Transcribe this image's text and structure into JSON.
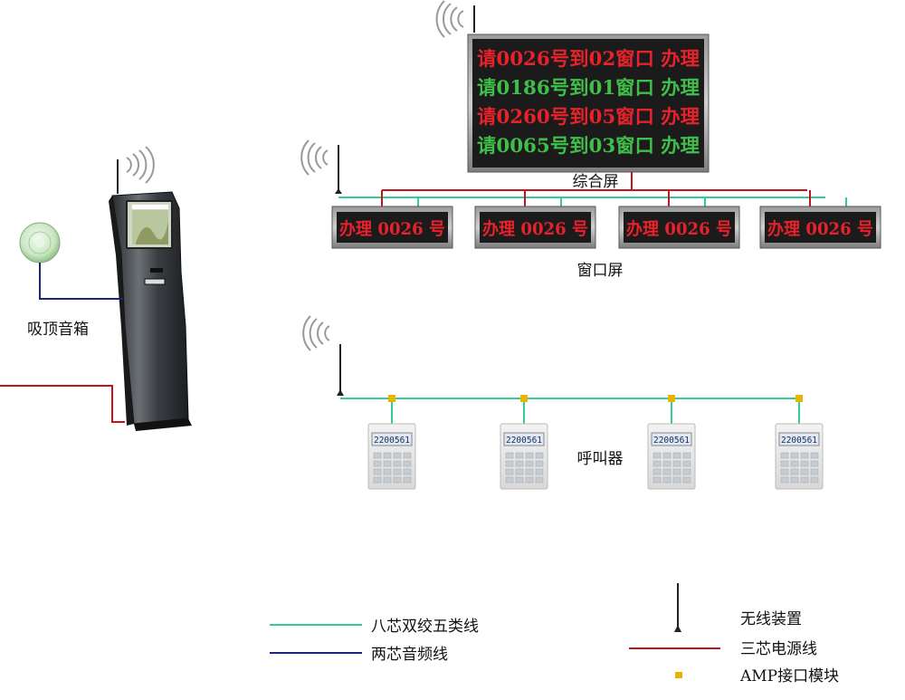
{
  "main_screen": {
    "label": "综合屏",
    "lines": [
      {
        "text": "请0026号到02窗口 办理",
        "color": "#e8212a"
      },
      {
        "text": "请0186号到01窗口 办理",
        "color": "#3fbf4a"
      },
      {
        "text": "请0260号到05窗口 办理",
        "color": "#e8212a"
      },
      {
        "text": "请0065号到03窗口 办理",
        "color": "#3fbf4a"
      }
    ]
  },
  "window_screens": {
    "label": "窗口屏",
    "items": [
      {
        "text": "办理 0026 号"
      },
      {
        "text": "办理 0026 号"
      },
      {
        "text": "办理 0026 号"
      },
      {
        "text": "办理 0026 号"
      }
    ]
  },
  "callers": {
    "label": "呼叫器",
    "display": "2200561",
    "count": 4
  },
  "speaker": {
    "label": "吸顶音箱"
  },
  "legend": {
    "items": [
      {
        "key": "cat5",
        "label": "八芯双绞五类线",
        "color": "#33cc99"
      },
      {
        "key": "audio",
        "label": "两芯音频线",
        "color": "#1a237e"
      },
      {
        "key": "wireless",
        "label": "无线装置",
        "color": "#111111"
      },
      {
        "key": "power",
        "label": "三芯电源线",
        "color": "#c0141e"
      },
      {
        "key": "amp",
        "label": "AMP接口模块",
        "color": "#e8b400"
      }
    ]
  },
  "colors": {
    "cat5": "#33cc99",
    "audio": "#1a237e",
    "power": "#c0141e",
    "amp": "#e8b400",
    "led_bg": "#1b1b1b"
  }
}
